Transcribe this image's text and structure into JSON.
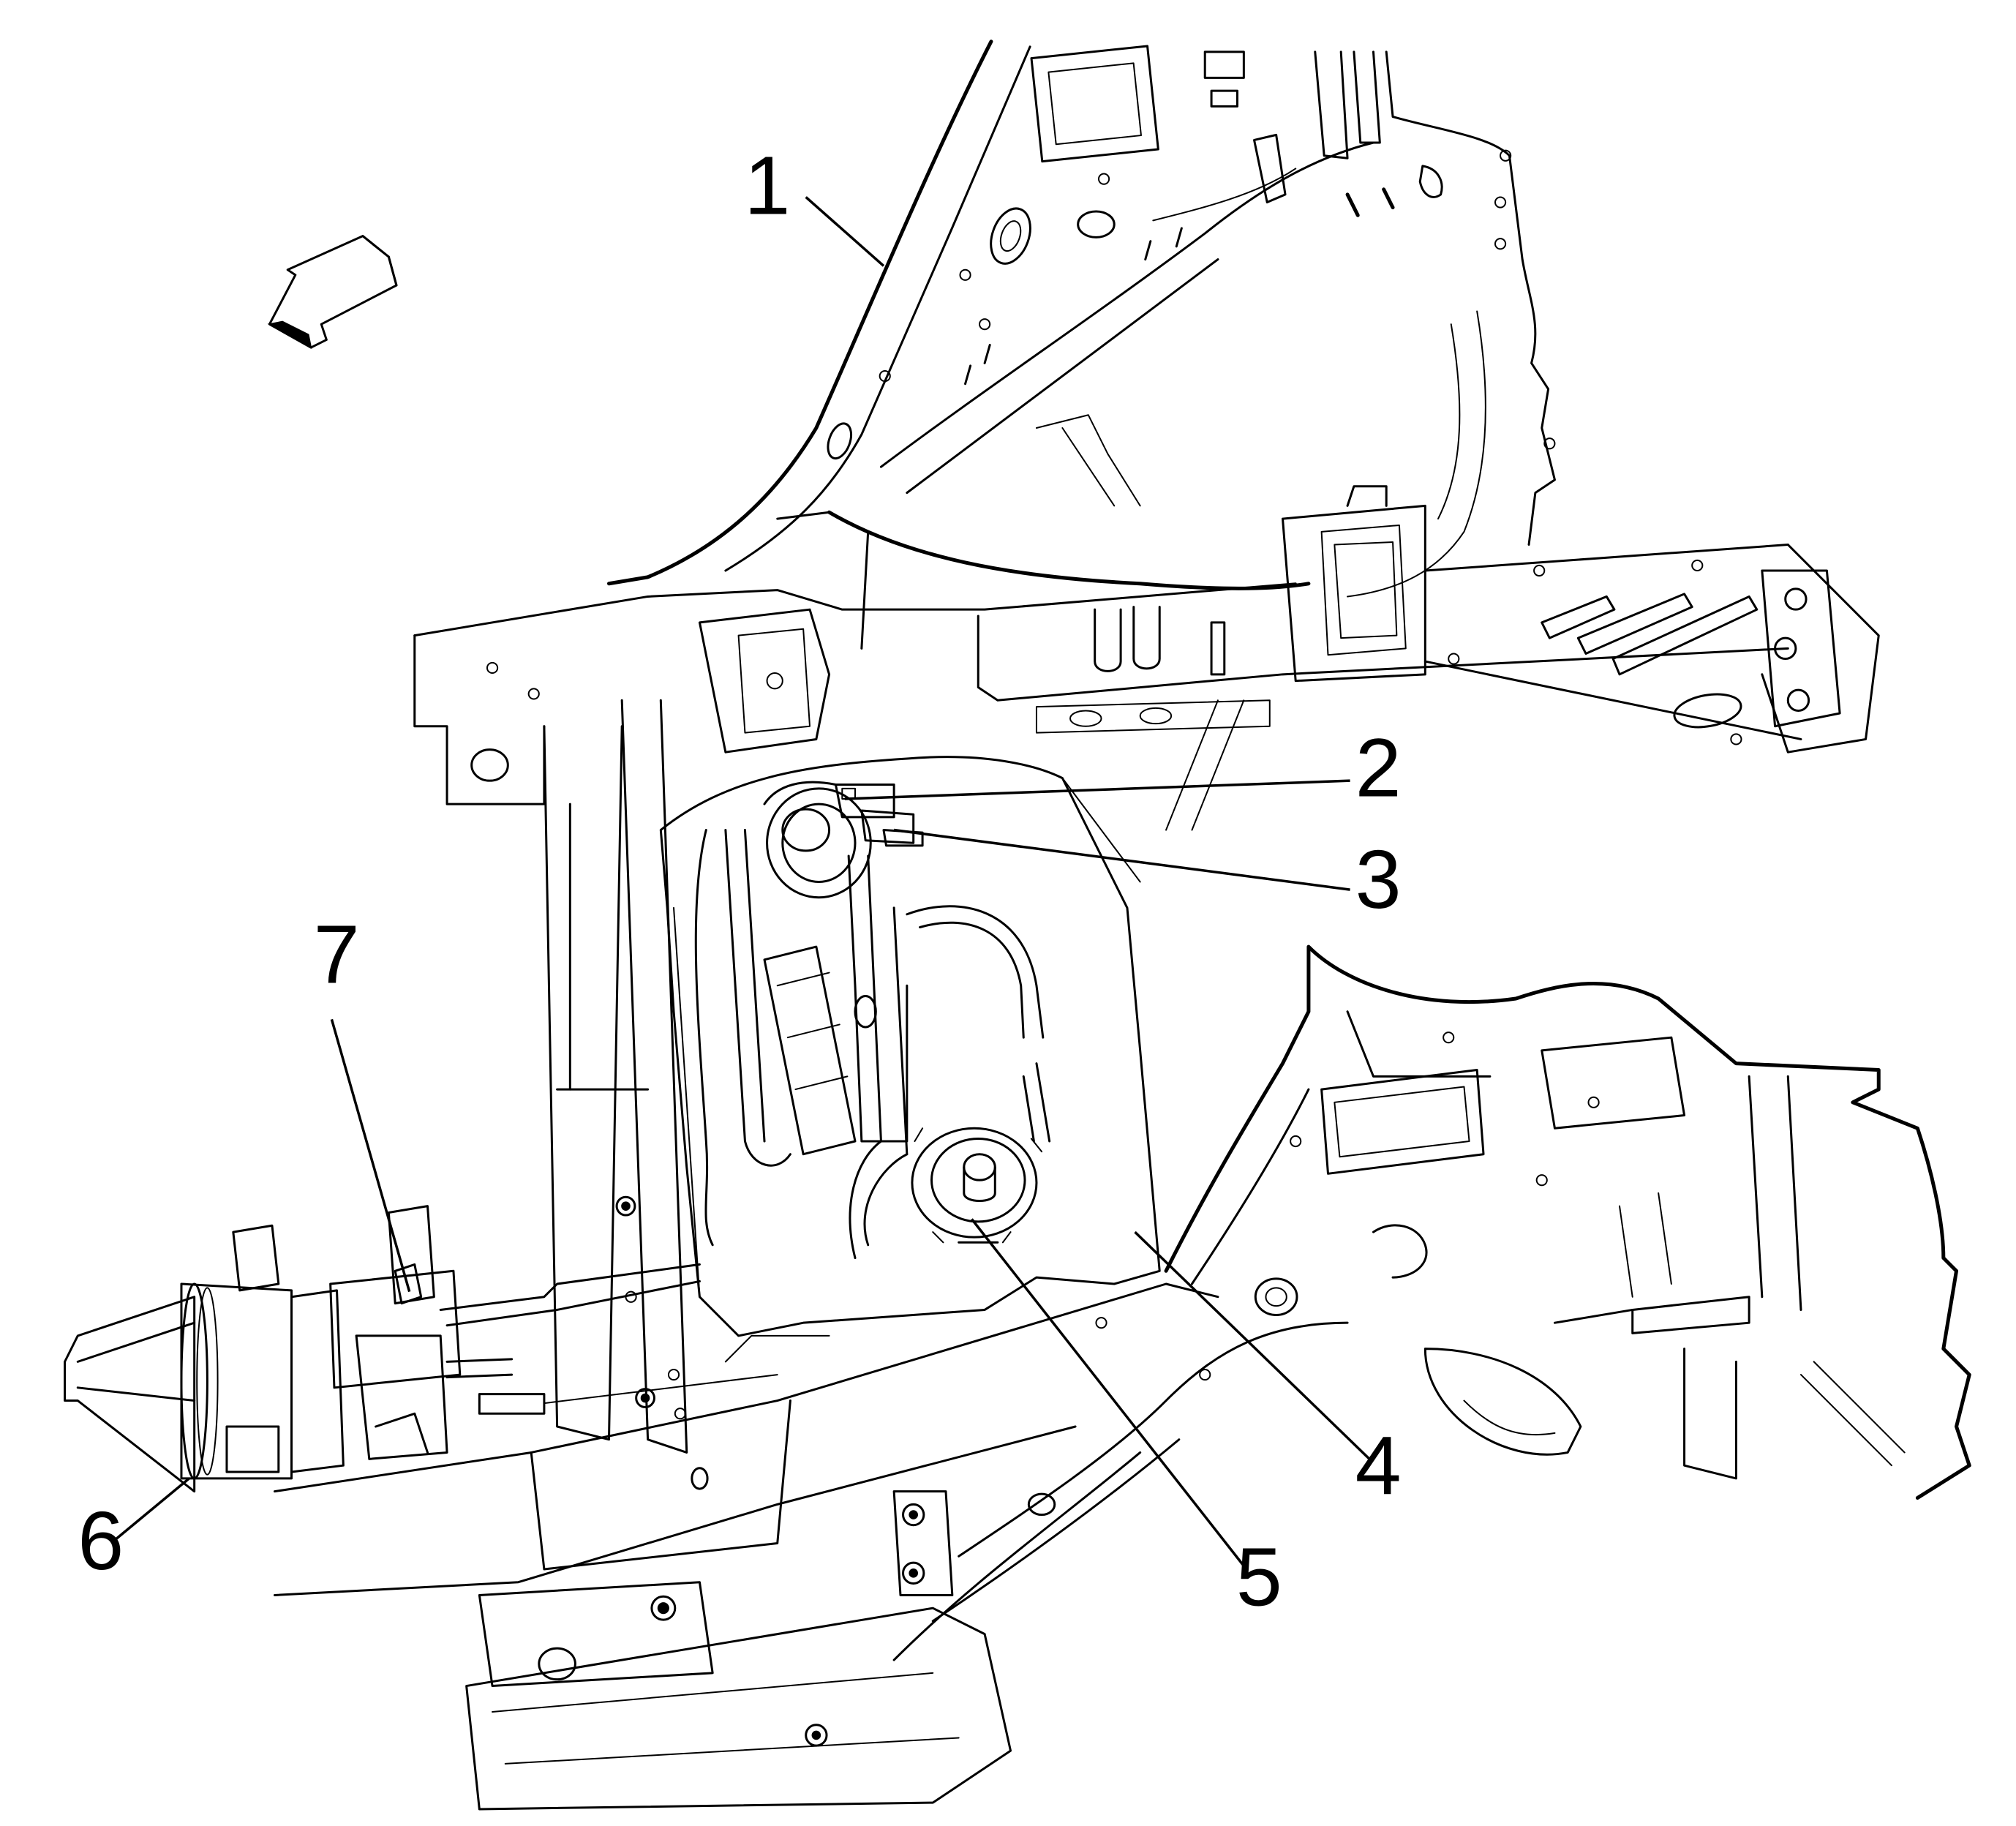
{
  "diagram": {
    "arrow_icon": "direction-arrow-icon",
    "callouts": [
      {
        "id": "1",
        "label": "1"
      },
      {
        "id": "2",
        "label": "2"
      },
      {
        "id": "3",
        "label": "3"
      },
      {
        "id": "4",
        "label": "4"
      },
      {
        "id": "5",
        "label": "5"
      },
      {
        "id": "6",
        "label": "6"
      },
      {
        "id": "7",
        "label": "7"
      }
    ]
  }
}
